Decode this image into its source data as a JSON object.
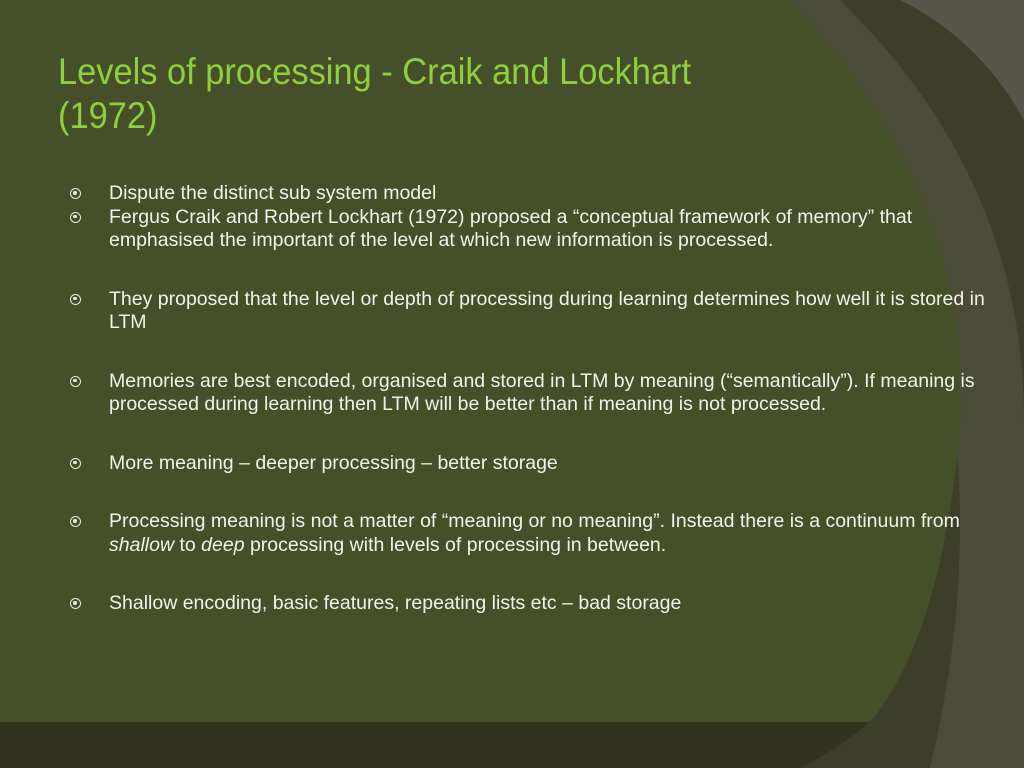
{
  "slide": {
    "title_line1": "Levels of processing  - Craik and Lockhart",
    "title_line2": "(1972)",
    "bullets": [
      {
        "text": "Dispute the distinct sub system model"
      },
      {
        "text": "Fergus Craik and Robert Lockhart (1972) proposed a “conceptual framework of memory” that emphasised the important of the level at which new information is processed."
      },
      {
        "text": "They proposed that the level or depth of processing during learning determines how well it is stored in LTM"
      },
      {
        "text": "Memories are best encoded, organised and stored in LTM by meaning (“semantically”).  If meaning is processed during learning then LTM will be better than if meaning is not processed."
      },
      {
        "text": "More meaning – deeper processing – better storage"
      },
      {
        "part1": "Processing meaning is not a matter of “meaning or no meaning”.  Instead there is a continuum from ",
        "em1": "shallow",
        "part2": " to ",
        "em2": "deep",
        "part3": " processing with levels of processing in between."
      },
      {
        "text": "Shallow encoding, basic features, repeating lists etc – bad storage"
      }
    ]
  },
  "colors": {
    "title": "#8fcf3c",
    "body_text": "#f2f2ec",
    "panel": "#45502a",
    "background": "#3e3f2a"
  },
  "icons": {
    "bullet": "circled-dot-icon"
  }
}
